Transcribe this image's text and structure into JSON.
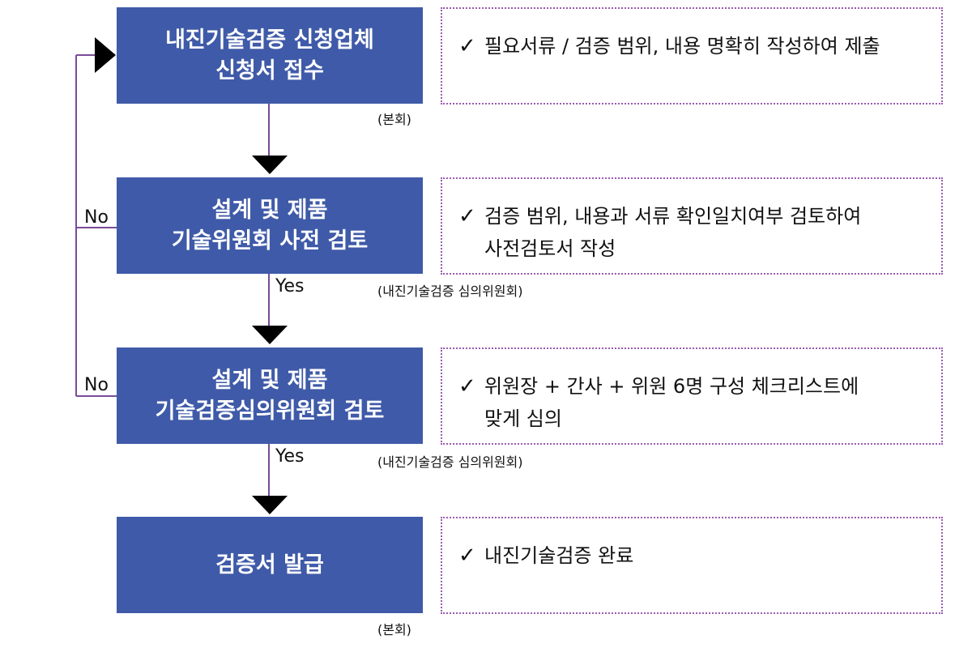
{
  "steps": [
    {
      "line1": "내진기술검증 신청업체",
      "line2": "신청서 접수",
      "owner": "(본회)",
      "note": "필요서류 / 검증 범위, 내용 명확히 작성하여 제출"
    },
    {
      "line1": "설계 및 제품",
      "line2": "기술위원회 사전 검토",
      "owner": "(내진기술검증 심의위원회)",
      "note": "검증 범위, 내용과 서류 확인일치여부 검토하여\n사전검토서 작성"
    },
    {
      "line1": "설계 및 제품",
      "line2": "기술검증심의위원회 검토",
      "owner": "(내진기술검증 심의위원회)",
      "note": "위원장 + 간사 + 위원 6명 구성 체크리스트에\n맞게 심의"
    },
    {
      "line1": "검증서 발급",
      "line2": "",
      "owner": "(본회)",
      "note": "내진기술검증 완료"
    }
  ],
  "labels": {
    "yes": "Yes",
    "no": "No"
  },
  "icons": {
    "check": "check-icon",
    "arrow": "arrow-down-icon"
  },
  "colors": {
    "box": "#3F5AA8",
    "note_border": "#9A5BB0",
    "line": "#7A4C9A"
  }
}
